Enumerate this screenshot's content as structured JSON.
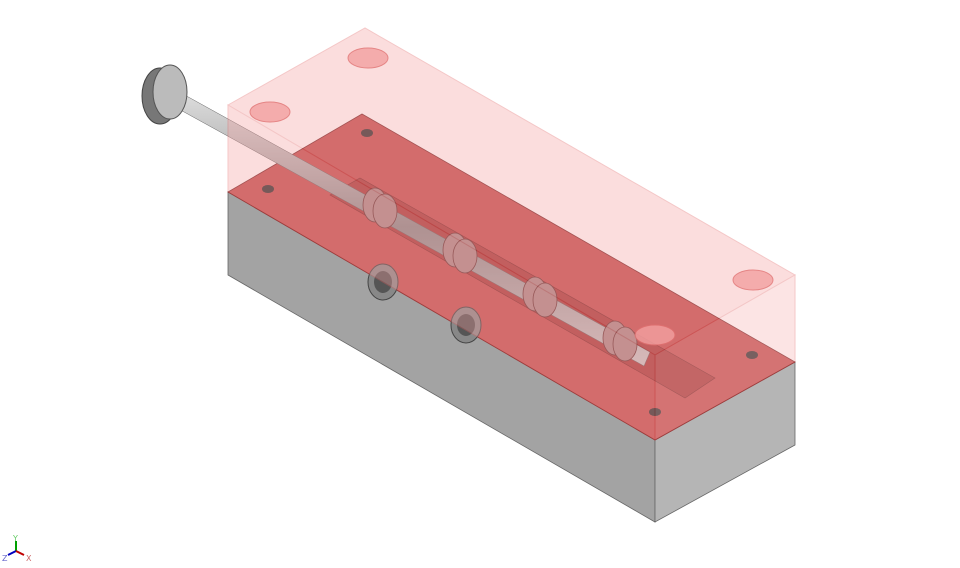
{
  "viewport": {
    "background": "#ffffff",
    "model": {
      "block_color": "#a0a0a0",
      "cover_color": "#f08080",
      "cut_face_color": "#c04a4a",
      "rod_color": "#9a9a9a"
    },
    "triad": {
      "x_label": "X",
      "y_label": "Y",
      "z_label": "Z",
      "x_color": "#c00000",
      "y_color": "#00a000",
      "z_color": "#0000c0"
    }
  }
}
